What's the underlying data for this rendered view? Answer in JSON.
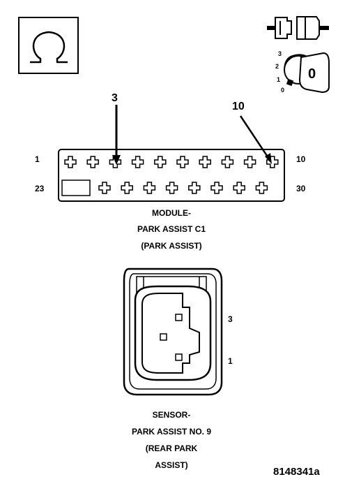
{
  "module_connector": {
    "callouts": {
      "left": "3",
      "right": "10"
    },
    "row_labels": {
      "top_left": "1",
      "top_right": "10",
      "bottom_left": "23",
      "bottom_right": "30"
    },
    "caption": [
      "MODULE-",
      "PARK ASSIST C1",
      "(PARK ASSIST)"
    ]
  },
  "sensor_connector": {
    "pin_labels": {
      "upper": "3",
      "lower": "1"
    },
    "caption": [
      "SENSOR-",
      "PARK ASSIST NO. 9",
      "(REAR PARK",
      "ASSIST)"
    ]
  },
  "ignition_switch": {
    "position_numbers": [
      "3",
      "2",
      "1",
      "0"
    ],
    "key_label": "0"
  },
  "figure_id": "8148341a",
  "icons": [
    "ohm-meter-icon",
    "connector-disconnected-icon",
    "ignition-key-icon"
  ]
}
